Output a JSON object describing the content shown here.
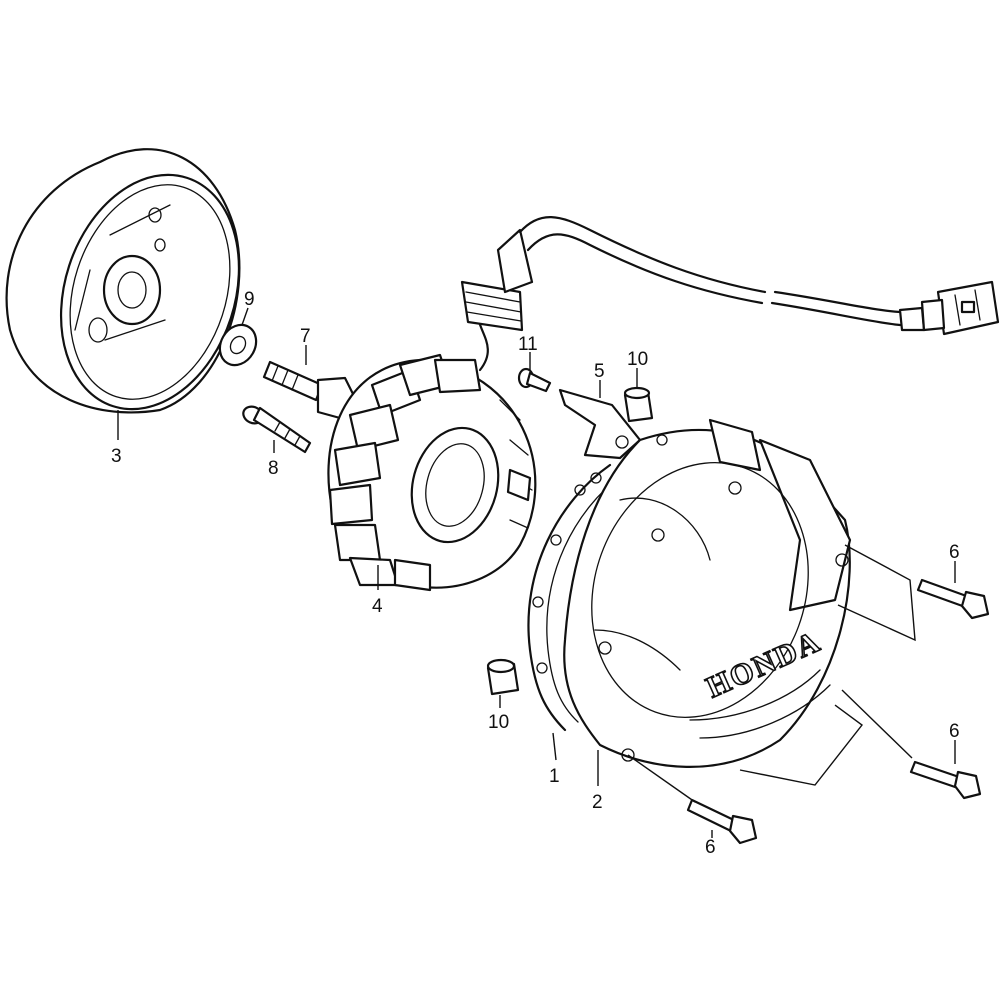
{
  "callouts": {
    "c1": "1",
    "c2": "2",
    "c3": "3",
    "c4": "4",
    "c5": "5",
    "c6a": "6",
    "c6b": "6",
    "c6c": "6",
    "c7": "7",
    "c8": "8",
    "c9": "9",
    "c10a": "10",
    "c10b": "10",
    "c11": "11"
  },
  "cover": {
    "brand": "HONDA"
  }
}
